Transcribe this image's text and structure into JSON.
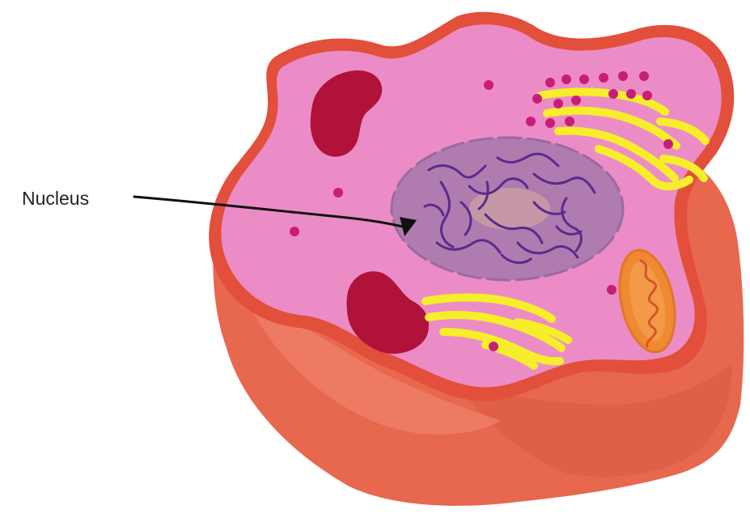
{
  "diagram": {
    "labels": {
      "nucleus": "Nucleus"
    },
    "parts": [
      "cell-membrane",
      "cytoplasm",
      "nucleus",
      "chromatin",
      "nucleolus",
      "mitochondrion",
      "golgi-apparatus",
      "endoplasmic-reticulum",
      "ribosomes",
      "vacuoles"
    ],
    "colors": {
      "cell_body_dark": "#e8674f",
      "cell_body_light": "#ef8068",
      "membrane": "#e24f3a",
      "cytoplasm": "#ec8cc6",
      "nucleus": "#b07cb0",
      "chromatin": "#5b2a8c",
      "nucleolus": "#c99aa4",
      "vacuole": "#b0123a",
      "golgi": "#f6ee2a",
      "ribosome": "#c81d78",
      "mitochondrion": "#f08a32",
      "arrow": "#111111"
    }
  }
}
